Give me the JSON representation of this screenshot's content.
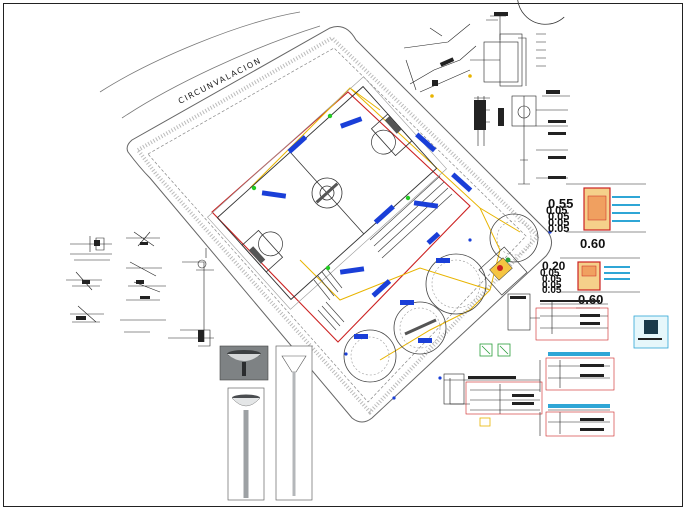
{
  "drawing": {
    "street_label": "CIRCUNVALACION",
    "section_a": {
      "dims": [
        "0.55",
        "0.05",
        "0.05",
        "0.05",
        "0.05"
      ],
      "width": "0.60"
    },
    "section_b": {
      "dims": [
        "0.20",
        "0.05",
        "0.05",
        "0.05",
        "0.05"
      ],
      "width": "0.60"
    },
    "colors": {
      "sheet_border": "#222222",
      "plot_outline": "#666666",
      "court_lines": "#333333",
      "site_boundary": "#cc2222",
      "electrical_route": "#e8b400",
      "luminaires": "#1a3fd8",
      "connection_nodes": "#22cc22",
      "detail_red": "#cc2222",
      "detail_blue": "#1a3fd8",
      "detail_cyan": "#2fa6d6"
    }
  }
}
